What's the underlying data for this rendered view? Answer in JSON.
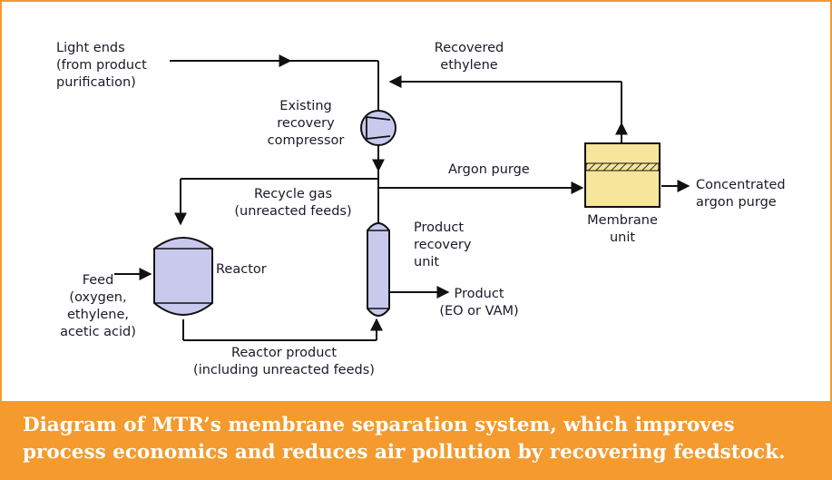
{
  "diagram": {
    "labels": {
      "light_ends": "Light ends\n(from product\npurification)",
      "recovered_ethylene": "Recovered\nethylene",
      "existing_compressor": "Existing\nrecovery\ncompressor",
      "argon_purge": "Argon purge",
      "recycle_gas": "Recycle gas\n(unreacted feeds)",
      "concentrated_argon_purge": "Concentrated\nargon purge",
      "membrane_unit": "Membrane\nunit",
      "product_recovery_unit": "Product\nrecovery\nunit",
      "reactor": "Reactor",
      "feed": "Feed\n(oxygen,\nethylene,\nacetic acid)",
      "product": "Product\n(EO or VAM)",
      "reactor_product": "Reactor product\n(including unreacted feeds)"
    },
    "colors": {
      "line": "#111111",
      "vessel_fill": "#c9c9ee",
      "membrane_fill": "#f6e59a",
      "accent": "#f49a2e"
    }
  },
  "caption": "Diagram of MTR’s membrane separation system, which improves process economics and reduces air pollution by recovering feedstock."
}
